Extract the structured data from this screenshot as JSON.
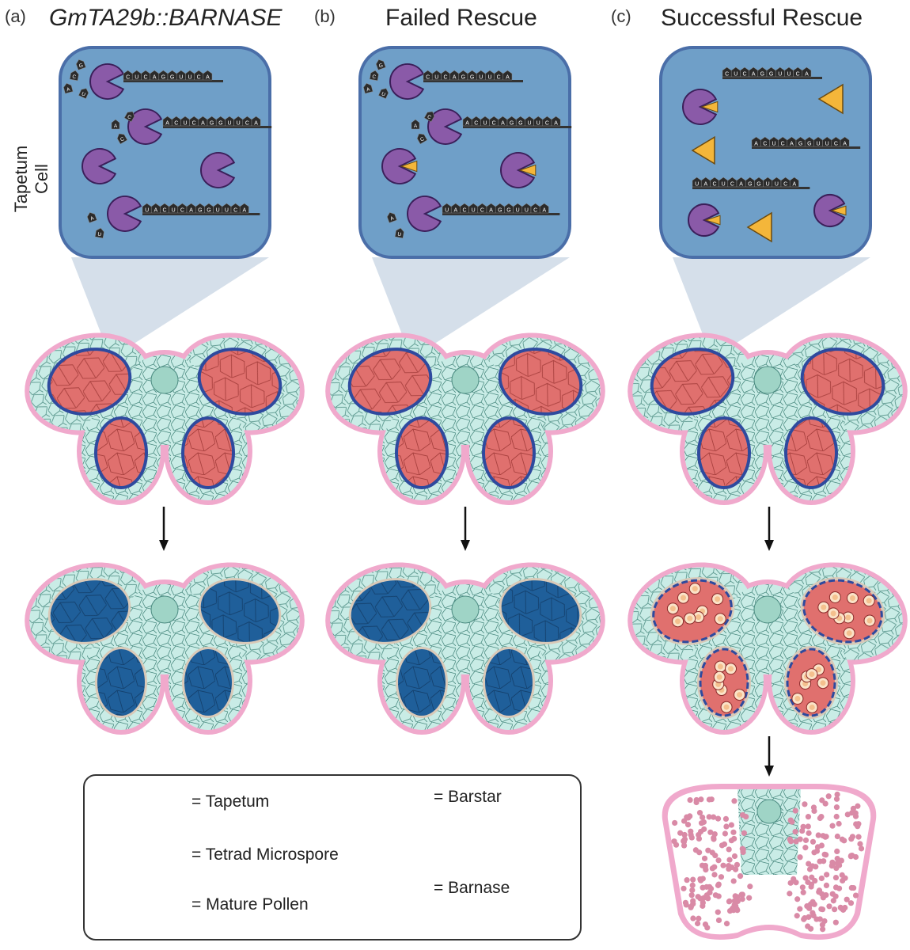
{
  "panels": [
    {
      "letter": "(a)",
      "title": "GmTA29b::BARNASE"
    },
    {
      "letter": "(b)",
      "title": "Failed Rescue"
    },
    {
      "letter": "(c)",
      "title": "Successful Rescue"
    }
  ],
  "side_label": "Tapetum Cell",
  "rna_strands": {
    "a": [
      "CUCAGGUUCA",
      "ACUCAGGUUCA",
      "UACUCAGGUUCA"
    ],
    "b": [
      "CUCAGGUUCA",
      "ACUCAGGUUCA",
      "UACUCAGGUUCA"
    ],
    "c": [
      "CUCAGGUUCA",
      "ACUCAGGUUCA",
      "UACUCAGGUUCA"
    ]
  },
  "legend": {
    "tapetum": "= Tapetum",
    "tetrad": "= Tetrad Microspore",
    "pollen": "= Mature Pollen",
    "barstar": "= Barstar",
    "barnase": "= Barnase"
  },
  "colors": {
    "cell_bg": "#6f9fc8",
    "cell_border": "#4a6ea8",
    "barnase": "#8a5aa8",
    "barstar": "#f4b63a",
    "anther_tissue": "#c9ece6",
    "epidermis": "#f0a9cc",
    "locule_red": "#e0706e",
    "locule_blue": "#1f5f9a",
    "tapetum": "#2e4a9e",
    "pollen": "#d98aa6"
  }
}
